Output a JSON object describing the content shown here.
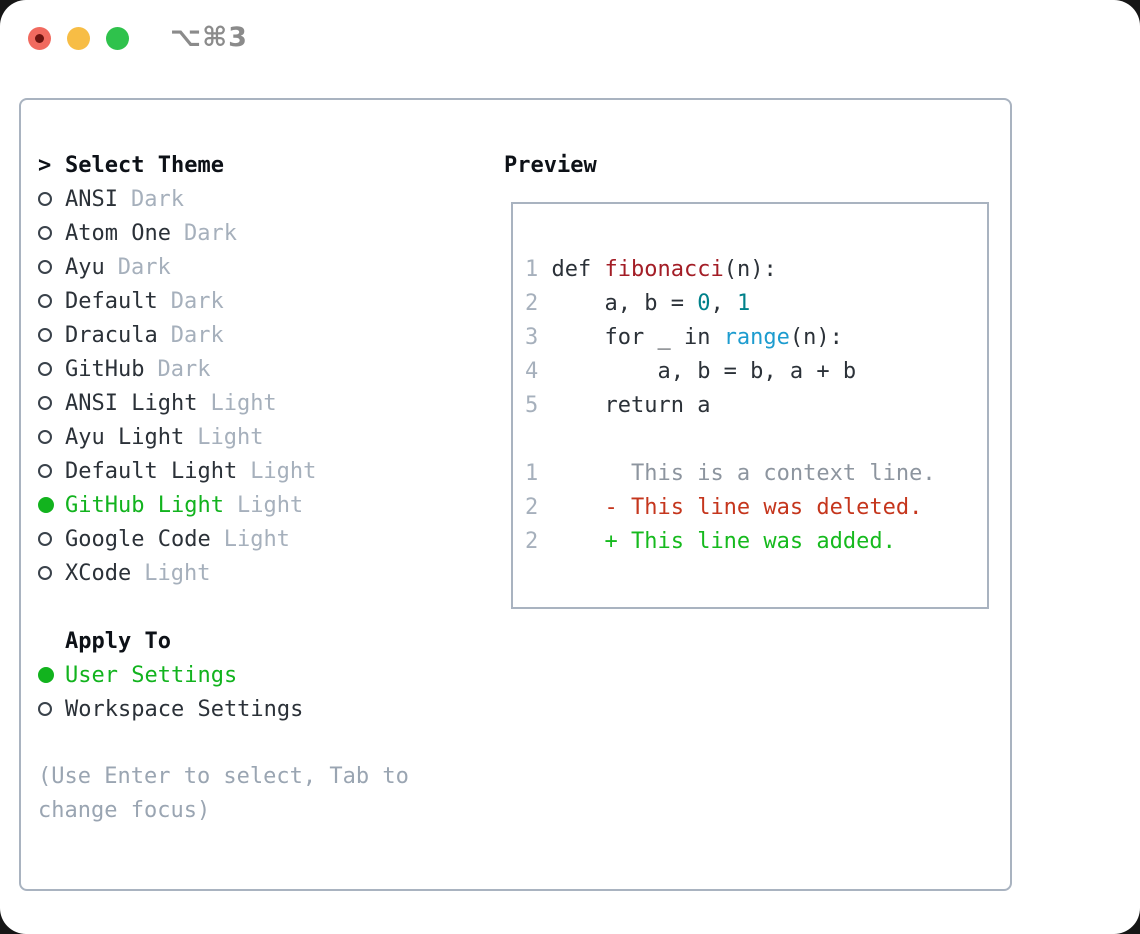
{
  "window": {
    "title_shortcut": "⌥⌘3",
    "traffic_lights": [
      "close",
      "minimize",
      "zoom"
    ]
  },
  "palette": {
    "selection_green": "#12b31e",
    "added_green": "#16ba1e",
    "deleted_red": "#c5361d",
    "function_red": "#a31d26",
    "number_teal": "#00818a",
    "builtin_blue": "#1d9ccf",
    "muted_gray": "#a6b0bc",
    "hint_gray": "#9aa5b2",
    "border_gray": "#a9b3c0",
    "traffic_red": "#f16a5f",
    "traffic_yellow": "#f7bd45",
    "traffic_green": "#2fc24c"
  },
  "theme_picker": {
    "prompt": ">",
    "title": "Select Theme",
    "items": [
      {
        "name": "ANSI",
        "variant": "Dark",
        "selected": false
      },
      {
        "name": "Atom One",
        "variant": "Dark",
        "selected": false
      },
      {
        "name": "Ayu",
        "variant": "Dark",
        "selected": false
      },
      {
        "name": "Default",
        "variant": "Dark",
        "selected": false
      },
      {
        "name": "Dracula",
        "variant": "Dark",
        "selected": false
      },
      {
        "name": "GitHub",
        "variant": "Dark",
        "selected": false
      },
      {
        "name": "ANSI Light",
        "variant": "Light",
        "selected": false
      },
      {
        "name": "Ayu Light",
        "variant": "Light",
        "selected": false
      },
      {
        "name": "Default Light",
        "variant": "Light",
        "selected": false
      },
      {
        "name": "GitHub Light",
        "variant": "Light",
        "selected": true
      },
      {
        "name": "Google Code",
        "variant": "Light",
        "selected": false
      },
      {
        "name": "XCode",
        "variant": "Light",
        "selected": false
      }
    ]
  },
  "apply_to": {
    "title": "Apply To",
    "items": [
      {
        "label": "User Settings",
        "selected": true
      },
      {
        "label": "Workspace Settings",
        "selected": false
      }
    ]
  },
  "hint": "(Use Enter to select, Tab to change focus)",
  "preview": {
    "title": "Preview",
    "code_lines": [
      {
        "num": "1",
        "tokens": [
          {
            "t": "def ",
            "c": "code"
          },
          {
            "t": "fibonacci",
            "c": "func"
          },
          {
            "t": "(n):",
            "c": "code"
          }
        ]
      },
      {
        "num": "2",
        "tokens": [
          {
            "t": "    a, b = ",
            "c": "code"
          },
          {
            "t": "0",
            "c": "num"
          },
          {
            "t": ", ",
            "c": "code"
          },
          {
            "t": "1",
            "c": "num"
          }
        ]
      },
      {
        "num": "3",
        "tokens": [
          {
            "t": "    for _ in ",
            "c": "code"
          },
          {
            "t": "range",
            "c": "builtin"
          },
          {
            "t": "(n):",
            "c": "code"
          }
        ]
      },
      {
        "num": "4",
        "tokens": [
          {
            "t": "        a, b = b, a + b",
            "c": "code"
          }
        ]
      },
      {
        "num": "5",
        "tokens": [
          {
            "t": "    return a",
            "c": "code"
          }
        ]
      }
    ],
    "diff_lines": [
      {
        "num": "1",
        "tokens": [
          {
            "t": "      This is a context line.",
            "c": "context"
          }
        ]
      },
      {
        "num": "2",
        "tokens": [
          {
            "t": "    - This line was deleted.",
            "c": "deleted"
          }
        ]
      },
      {
        "num": "2",
        "tokens": [
          {
            "t": "    + This line was added.",
            "c": "added"
          }
        ]
      }
    ]
  }
}
